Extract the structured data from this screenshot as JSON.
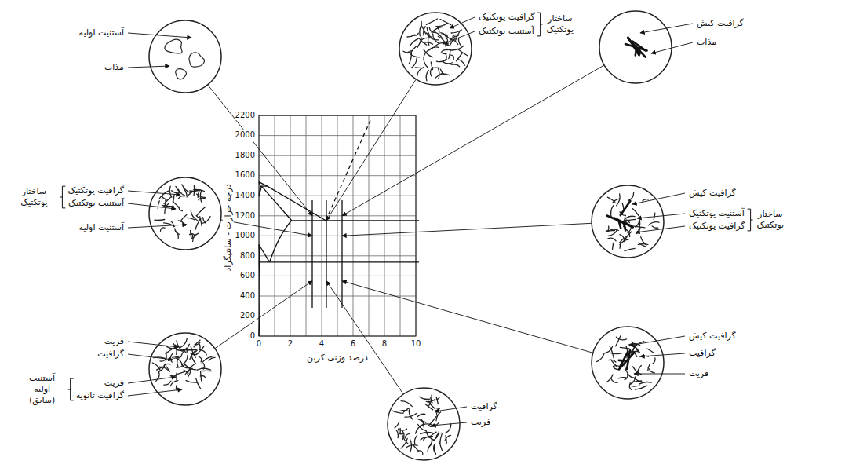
{
  "diagram": {
    "nodes": [
      {
        "text": [
          "آستنیت اولیه",
          "مذاب"
        ]
      },
      {
        "text": [
          "گرافیت یوتکتیک",
          "آستنیت یوتکتیک",
          "ساختار یوتکتیک"
        ]
      },
      {
        "text": [
          "گرافیت کیش",
          "مذاب"
        ]
      },
      {
        "text": [
          "گرافیت یوتکتیک",
          "آستنیت یوتکتیک",
          "ساختار یوتکتیک",
          "آستنیت اولیه"
        ]
      },
      {
        "text": [
          "گرافیت کیش",
          "آستنیت یوتکتیک",
          "گرافیت یوتکتیک",
          "ساختار یوتکتیک"
        ]
      },
      {
        "text": [
          "فریت",
          "گرافیت",
          "فریت",
          "گرافیت ثانویه",
          "آستنیت اولیه (سابق)"
        ]
      },
      {
        "text": [
          "گرافیت",
          "فریت"
        ]
      },
      {
        "text": [
          "گرافیت کیش",
          "گرافیت",
          "فریت"
        ]
      }
    ],
    "labels": [
      "0",
      "200",
      "400",
      "600",
      "800",
      "1000",
      "1200",
      "1400",
      "1600",
      "1800",
      "2000",
      "2200",
      "0",
      "2",
      "4",
      "6",
      "8",
      "10",
      "درجه حرارت - سانتیگراد",
      "درصد وزنی کربن"
    ]
  }
}
